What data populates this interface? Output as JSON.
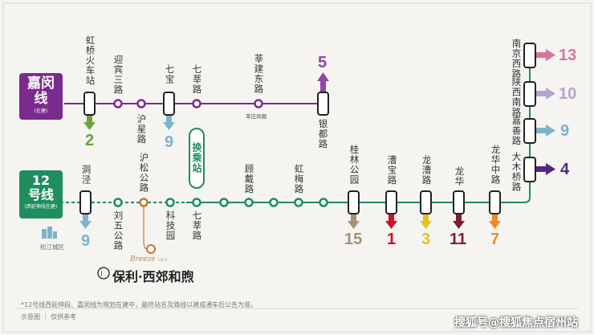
{
  "lines": {
    "jiamin": {
      "name": "嘉闵\n线",
      "status": "(在建)",
      "color": "#7b2a8e"
    },
    "line12": {
      "name": "12\n号线",
      "status": "(西延伸段在建)",
      "color": "#1f8d5e"
    }
  },
  "jiamin_stations": {
    "hongqiao": "虹桥火车站",
    "yingbin": "迎宾三路",
    "huxing": "沪星路",
    "qibao": "七宝",
    "qixin_top": "七莘路",
    "xinjian": "莘建东路",
    "xinzhuang_note": "莘庄商圈",
    "yindu": "银都路"
  },
  "line12_stations": {
    "dongjing": "洞泾",
    "liuwu": "刘五公路",
    "husong": "沪松公路",
    "kejiyuan": "科技园",
    "qixin_bottom": "七莘路",
    "gudai": "顾戴路",
    "hongmei": "虹梅路",
    "guilin": "桂林公园",
    "caobao": "漕宝路",
    "longcao": "龙漕路",
    "longhua": "龙华",
    "longhuazhong": "龙华中路",
    "damuqiao": "大木桥路",
    "jiashan": "嘉善路",
    "shanxinan": "陕西南路",
    "nanjingxi": "南京西路"
  },
  "interchange_label": "换乘站",
  "transfers": {
    "t2": {
      "label": "2",
      "color": "#6aa637"
    },
    "t9a": {
      "label": "9",
      "color": "#7fb3cc"
    },
    "t5": {
      "label": "5",
      "color": "#8f47a8"
    },
    "t9b": {
      "label": "9",
      "color": "#7fb3cc"
    },
    "t15": {
      "label": "15",
      "color": "#a89178"
    },
    "t1": {
      "label": "1",
      "color": "#d0102a"
    },
    "t3": {
      "label": "3",
      "color": "#e3c21b"
    },
    "t11": {
      "label": "11",
      "color": "#7b1f2e"
    },
    "t7": {
      "label": "7",
      "color": "#f08a1f"
    },
    "t13": {
      "label": "13",
      "color": "#d6749e"
    },
    "t10": {
      "label": "10",
      "color": "#b3a4cc"
    },
    "t9c": {
      "label": "9",
      "color": "#7fb3cc"
    },
    "t4": {
      "label": "4",
      "color": "#512a7f"
    }
  },
  "area_label": "松江城区",
  "brand": {
    "logo": "保利·西郊和煦",
    "script": "Breeze",
    "tag": "LIFE"
  },
  "footnote": "*12号线西延伸段、嘉闵线为规划在建中，最终站名及路线以建成通车后公告为准。",
  "disclaimer": "示意图 ｜ 仅供参考",
  "watermark": "搜狐号@搜狐焦点宿州站"
}
